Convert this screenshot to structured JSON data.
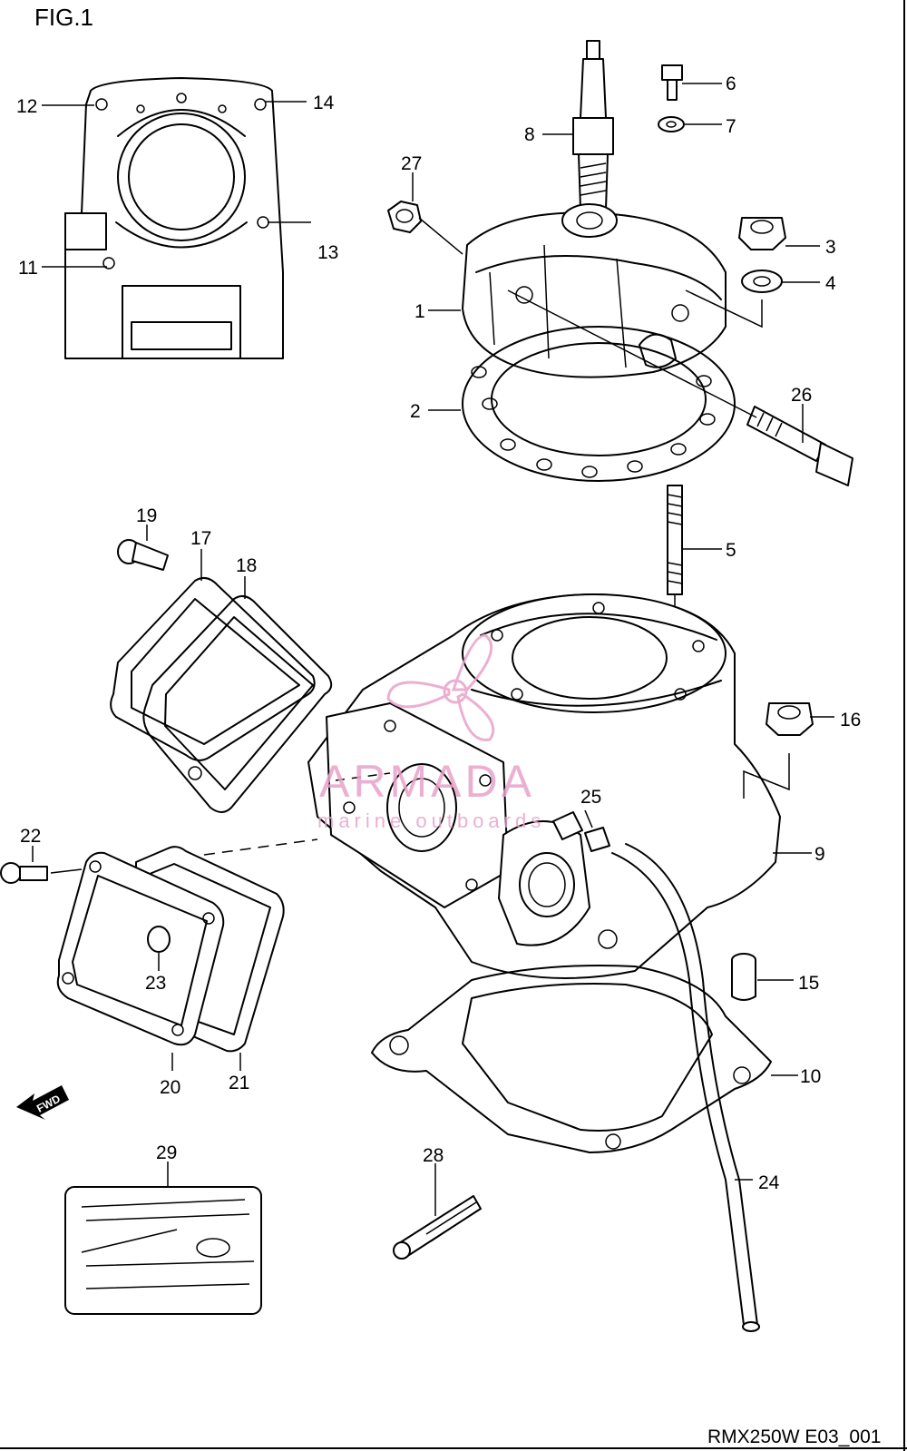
{
  "figure": {
    "title": "FIG.1",
    "reference": "RMX250W E03_001"
  },
  "watermark": {
    "brand": "ARMADA",
    "tagline": "marine outboards",
    "color": "#e8a3c9"
  },
  "fwd_badge": "FWD",
  "callouts": [
    "1",
    "2",
    "3",
    "4",
    "5",
    "6",
    "7",
    "8",
    "9",
    "10",
    "11",
    "12",
    "13",
    "14",
    "15",
    "16",
    "17",
    "18",
    "19",
    "20",
    "21",
    "22",
    "23",
    "24",
    "25",
    "26",
    "27",
    "28",
    "29"
  ]
}
